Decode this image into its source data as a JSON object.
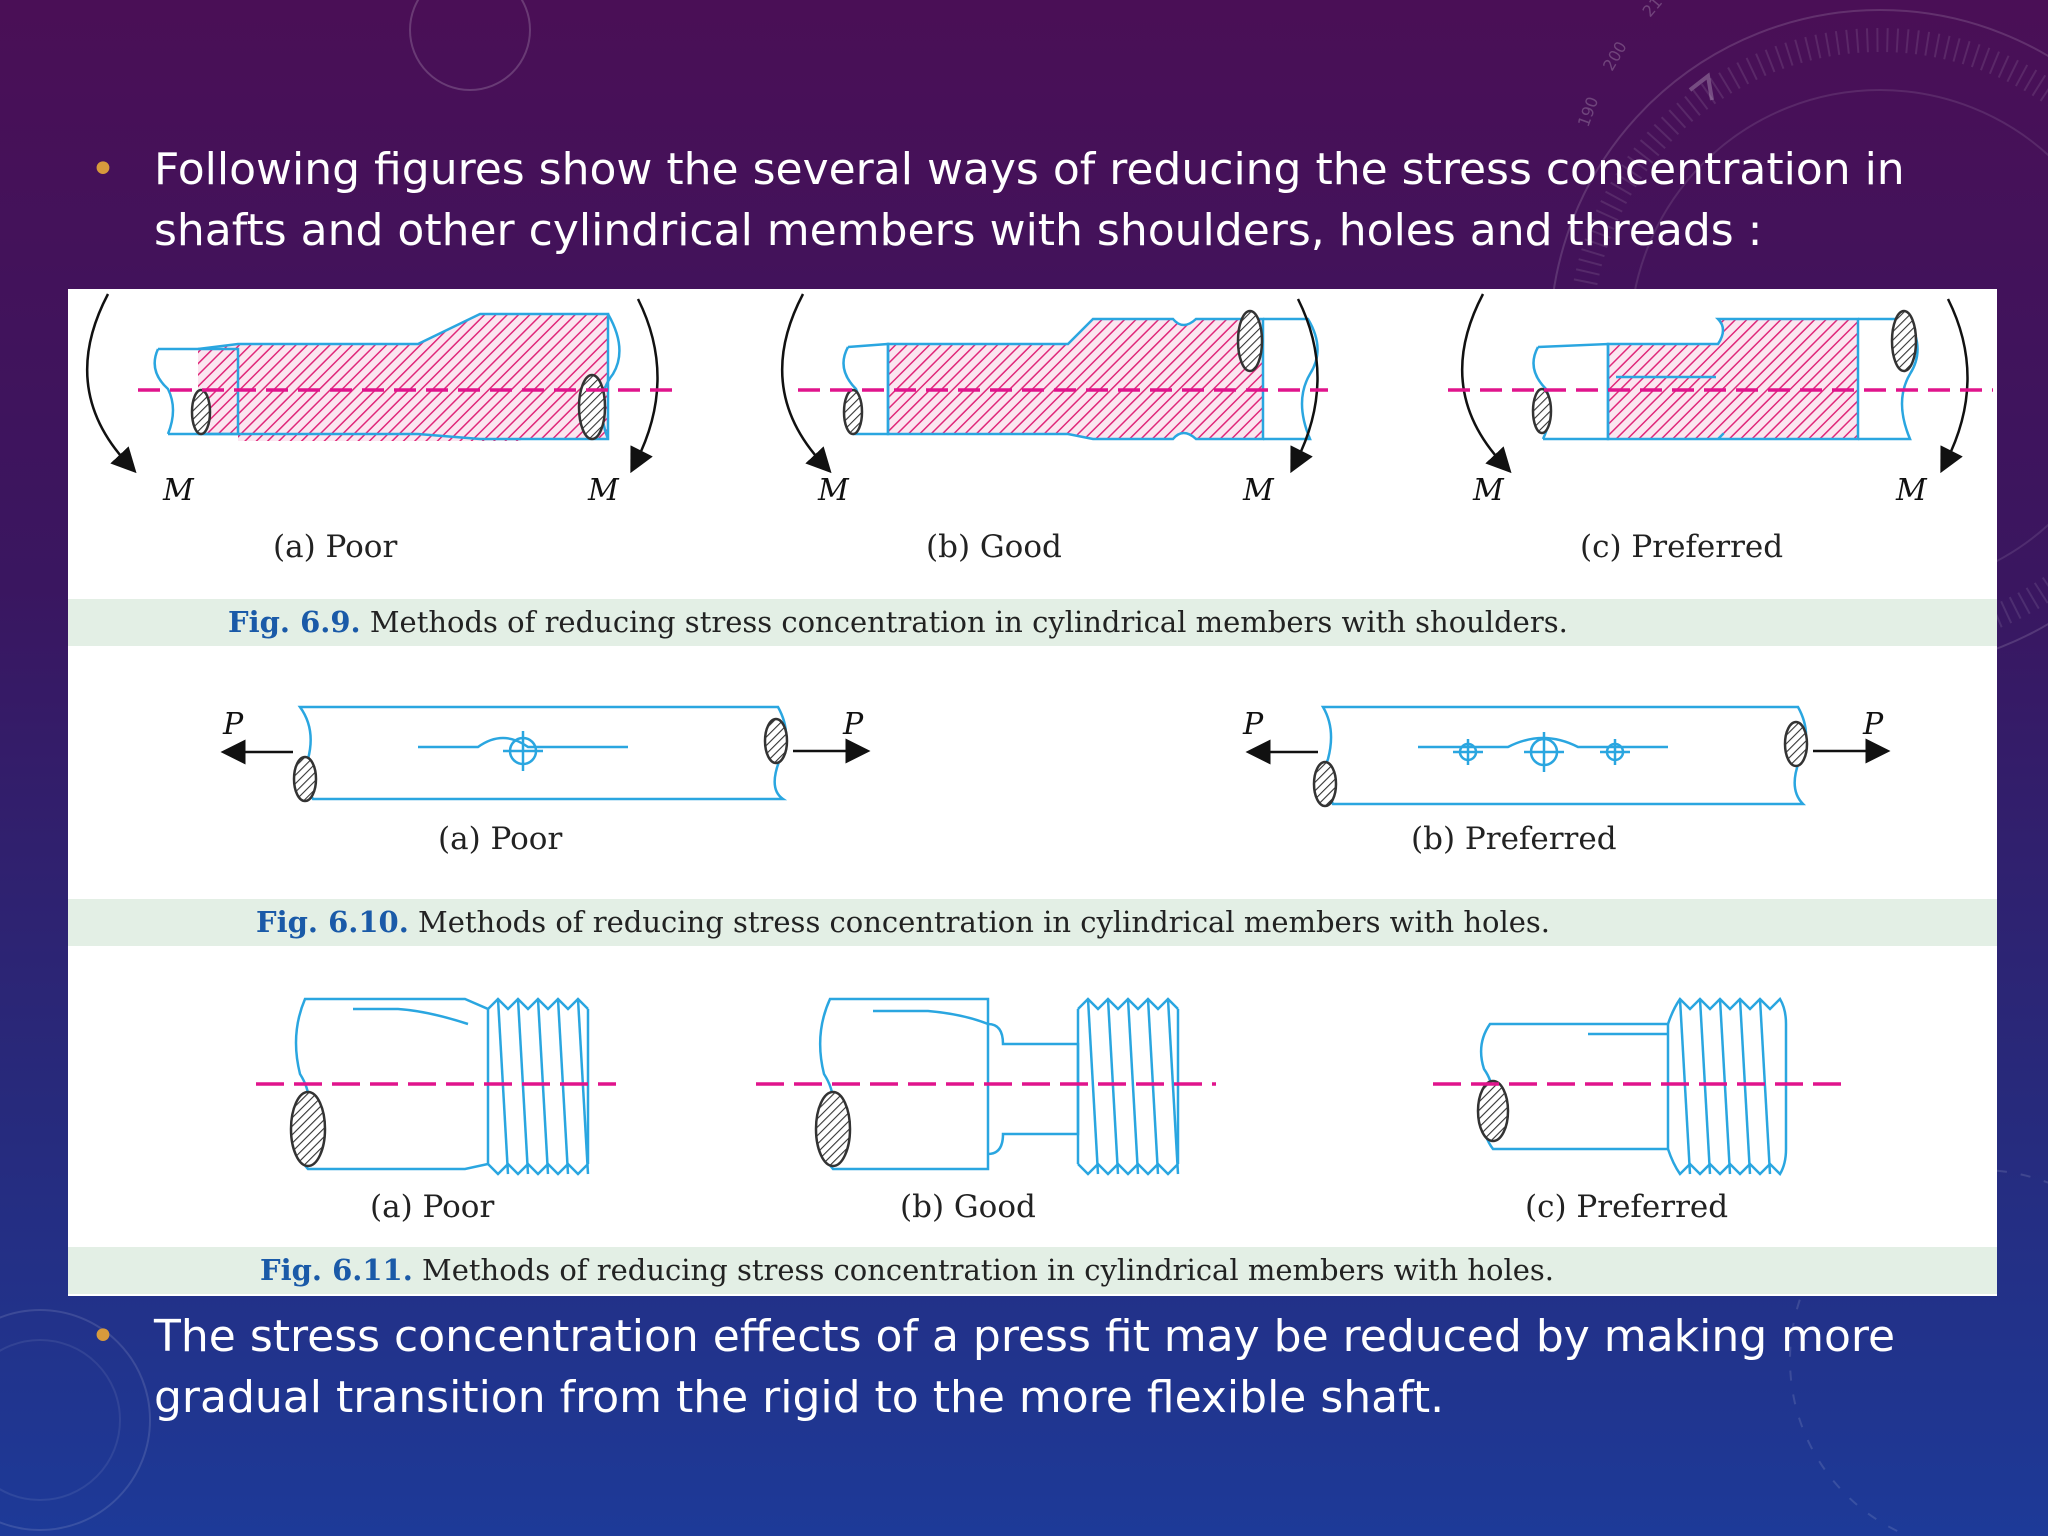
{
  "bullets": [
    "Following figures show the several ways of reducing the stress concentration in shafts and other cylindrical members with shoulders, holes and threads :",
    "The stress concentration effects of a press fit may be reduced by making more gradual transition from the rigid to the more flexible shaft."
  ],
  "bullet_marker": "•",
  "figure_6_9": {
    "moment_label": "M",
    "sub_a": "(a) Poor",
    "sub_b": "(b) Good",
    "sub_c": "(c) Preferred",
    "fig_no": "Fig. 6.9.",
    "caption": "Methods of reducing stress concentration in cylindrical members with shoulders."
  },
  "figure_6_10": {
    "force_label": "P",
    "sub_a": "(a) Poor",
    "sub_b": "(b) Preferred",
    "fig_no": "Fig. 6.10.",
    "caption": "Methods of reducing stress concentration in cylindrical members with holes."
  },
  "figure_6_11": {
    "sub_a": "(a) Poor",
    "sub_b": "(b) Good",
    "sub_c": "(c) Preferred",
    "fig_no": "Fig. 6.11.",
    "caption": "Methods of reducing stress concentration in cylindrical members with holes."
  },
  "colors": {
    "outline": "#2aa6e0",
    "hatch": "#e0287a",
    "centerline": "#e0148c",
    "caption_band": "#e3efe5",
    "fig_number": "#1a5aa8",
    "bullet_dot": "#d79a3c"
  },
  "decor_dial_numbers": [
    "190",
    "200",
    "21"
  ]
}
